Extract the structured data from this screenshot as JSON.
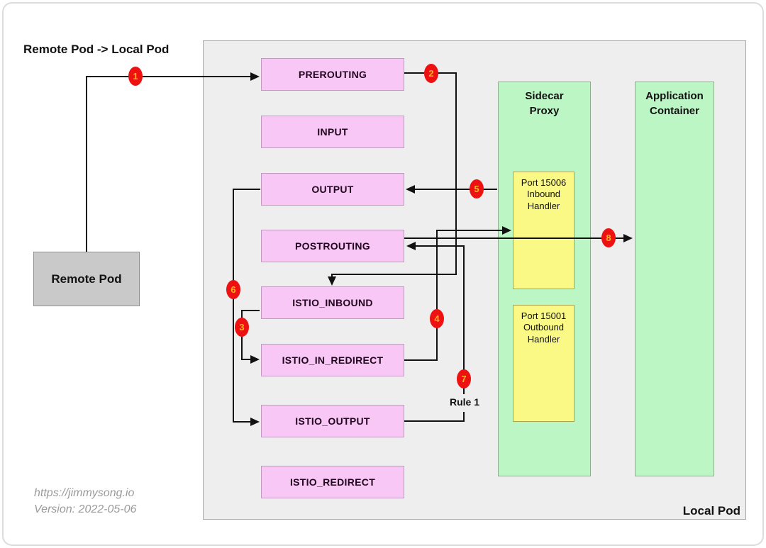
{
  "title": "Remote Pod -> Local Pod",
  "local_pod": {
    "label": "Local Pod"
  },
  "remote_pod": {
    "label": "Remote Pod"
  },
  "chains": [
    {
      "label": "PREROUTING"
    },
    {
      "label": "INPUT"
    },
    {
      "label": "OUTPUT"
    },
    {
      "label": "POSTROUTING"
    },
    {
      "label": "ISTIO_INBOUND"
    },
    {
      "label": "ISTIO_IN_REDIRECT"
    },
    {
      "label": "ISTIO_OUTPUT"
    },
    {
      "label": "ISTIO_REDIRECT"
    }
  ],
  "sidecar": {
    "title": "Sidecar\nProxy",
    "inbound_handler": "Port 15006\nInbound\nHandler",
    "outbound_handler": "Port 15001\nOutbound\nHandler"
  },
  "application": {
    "title": "Application\nContainer"
  },
  "steps": {
    "s1": "1",
    "s2": "2",
    "s3": "3",
    "s4": "4",
    "s5": "5",
    "s6": "6",
    "s7": "7",
    "s8": "8"
  },
  "rule_label": "Rule 1",
  "footer": {
    "url": "https://jimmysong.io",
    "version": "Version: 2022-05-06"
  },
  "colors": {
    "chain_box": "#f9c7f6",
    "local_pod_bg": "#eeeeee",
    "container_bg": "#bdf6c5",
    "handler_bg": "#fbf985",
    "remote_pod_bg": "#c9c9c9",
    "step_badge": "#ee1111",
    "step_number": "#ffb41e",
    "line": "#111111"
  }
}
